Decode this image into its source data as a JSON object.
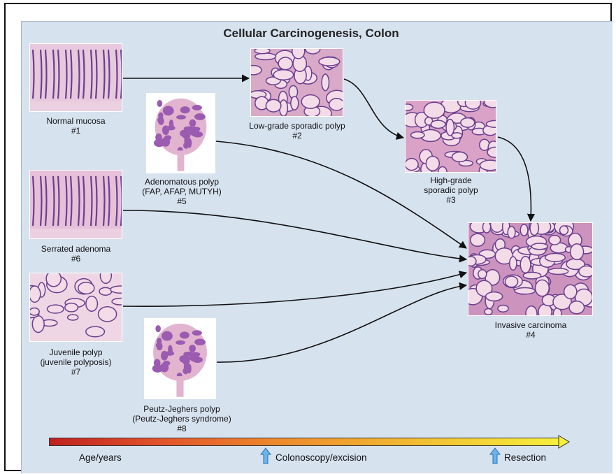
{
  "title": "Cellular Carcinogenesis, Colon",
  "nodes": {
    "n1": {
      "lines": [
        "Normal mucosa",
        "#1"
      ]
    },
    "n2": {
      "lines": [
        "Low-grade sporadic polyp",
        "#2"
      ]
    },
    "n3": {
      "lines": [
        "High-grade",
        "sporadic polyp",
        "#3"
      ]
    },
    "n4": {
      "lines": [
        "Invasive carcinoma",
        "#4"
      ]
    },
    "n5": {
      "lines": [
        "Adenomatous polyp",
        "(FAP, AFAP, MUTYH)",
        "#5"
      ]
    },
    "n6": {
      "lines": [
        "Serrated adenoma",
        "#6"
      ]
    },
    "n7": {
      "lines": [
        "Juvenile polyp",
        "(juvenile polyposis)",
        "#7"
      ]
    },
    "n8": {
      "lines": [
        "Peutz-Jeghers polyp",
        "(Peutz-Jeghers syndrome)",
        "#8"
      ]
    }
  },
  "edges": [
    {
      "from": "n1",
      "to": "n2"
    },
    {
      "from": "n2",
      "to": "n3"
    },
    {
      "from": "n3",
      "to": "n4"
    },
    {
      "from": "n5",
      "to": "n4"
    },
    {
      "from": "n6",
      "to": "n4"
    },
    {
      "from": "n7",
      "to": "n4"
    },
    {
      "from": "n8",
      "to": "n4"
    }
  ],
  "timeline": {
    "age_label": "Age/years",
    "colonoscopy_label": "Colonoscopy/excision",
    "resection_label": "Resection"
  },
  "colors": {
    "background": "#d7e2ef",
    "tissue_pink": "#e2b4cf",
    "tissue_purple": "#6a3f8e",
    "arrow": "#111111",
    "marker_blue": "#3a8fd8"
  }
}
